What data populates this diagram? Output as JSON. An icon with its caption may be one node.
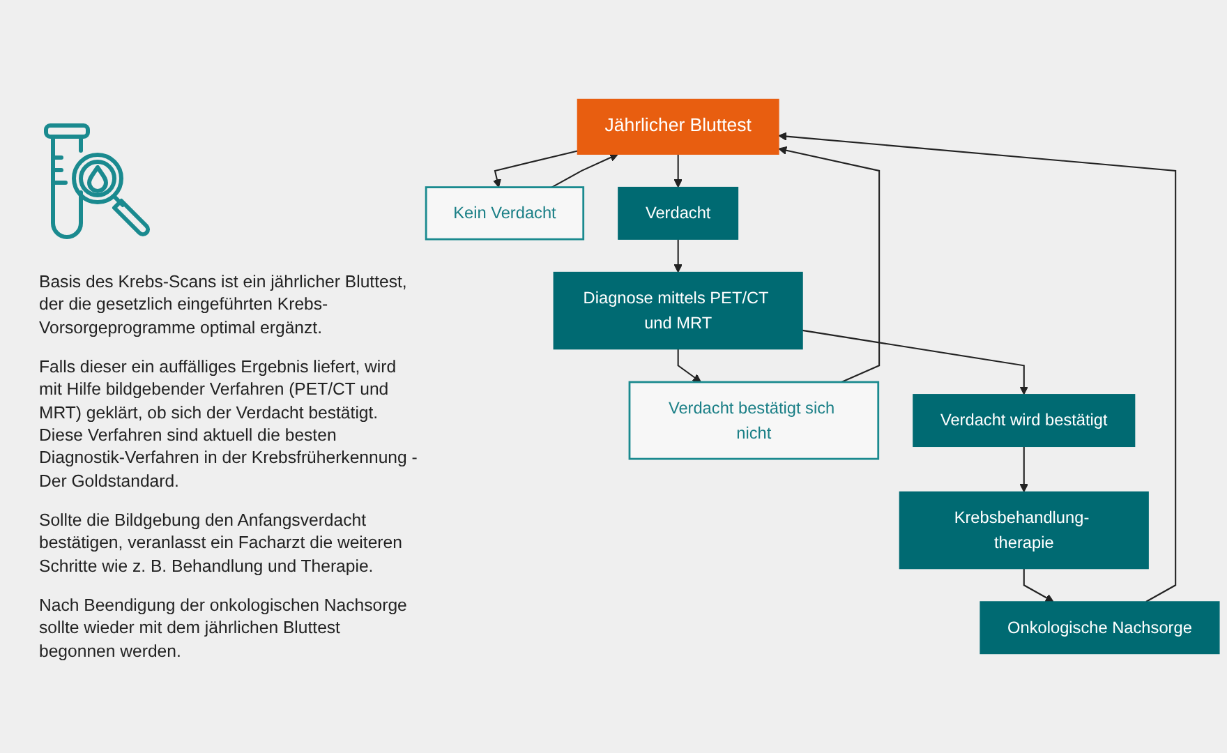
{
  "diagram": {
    "nodes": [
      {
        "text": [
          "Jährlicher Bluttest"
        ]
      },
      {
        "text": [
          "Kein Verdacht"
        ]
      },
      {
        "text": [
          "Verdacht"
        ]
      },
      {
        "text": [
          "Diagnose mittels PET/CT und MRT"
        ]
      },
      {
        "text": [
          "Verdacht bestätigt sich nicht"
        ]
      },
      {
        "text": [
          "Verdacht wird bestätigt"
        ]
      },
      {
        "text": [
          "Onkologische Nachsorge"
        ]
      },
      {
        "text": [
          "Krebsbehandlung- therapie"
        ]
      }
    ],
    "edges": [
      {
        "from": 0,
        "to": 1,
        "arrow": "to"
      },
      {
        "from": 1,
        "to": 0,
        "arrow": "to"
      },
      {
        "from": 6,
        "to": 0,
        "arrow": "to"
      },
      {
        "from": 4,
        "to": 0,
        "arrow": "to"
      },
      {
        "from": 0,
        "to": 2,
        "arrow": "to"
      },
      {
        "from": 2,
        "to": 3,
        "arrow": "to"
      },
      {
        "from": 3,
        "to": 4,
        "arrow": "to"
      },
      {
        "from": 3,
        "to": 5,
        "arrow": "to"
      },
      {
        "from": 5,
        "to": 7,
        "arrow": "to"
      },
      {
        "from": 7,
        "to": 6,
        "arrow": "to"
      }
    ],
    "labels": [
      "Basis des Krebs-Scans ist ein jährlicher Bluttest, der die gesetzlich eingeführten Krebs-Vorsorgeprogramme optimal ergänzt.",
      "Falls dieser ein auffälliges Ergebnis liefert, wird mit Hilfe bildgebender Verfahren (PET/CT und MRT) geklärt, ob sich der Verdacht bestätigt. Diese Verfahren sind aktuell die besten Diagnostik-Verfahren in der Krebsfrüherkennung - Der Goldstandard.",
      "Sollte die Bildgebung den Anfangsverdacht bestätigen, veranlasst ein Facharzt die weiteren Schritte wie z. B. Behandlung und Therapie.",
      "Nach Beendigung der onkologischen Nachsorge sollte wieder mit dem jährlichen Bluttest begonnen werden."
    ]
  }
}
